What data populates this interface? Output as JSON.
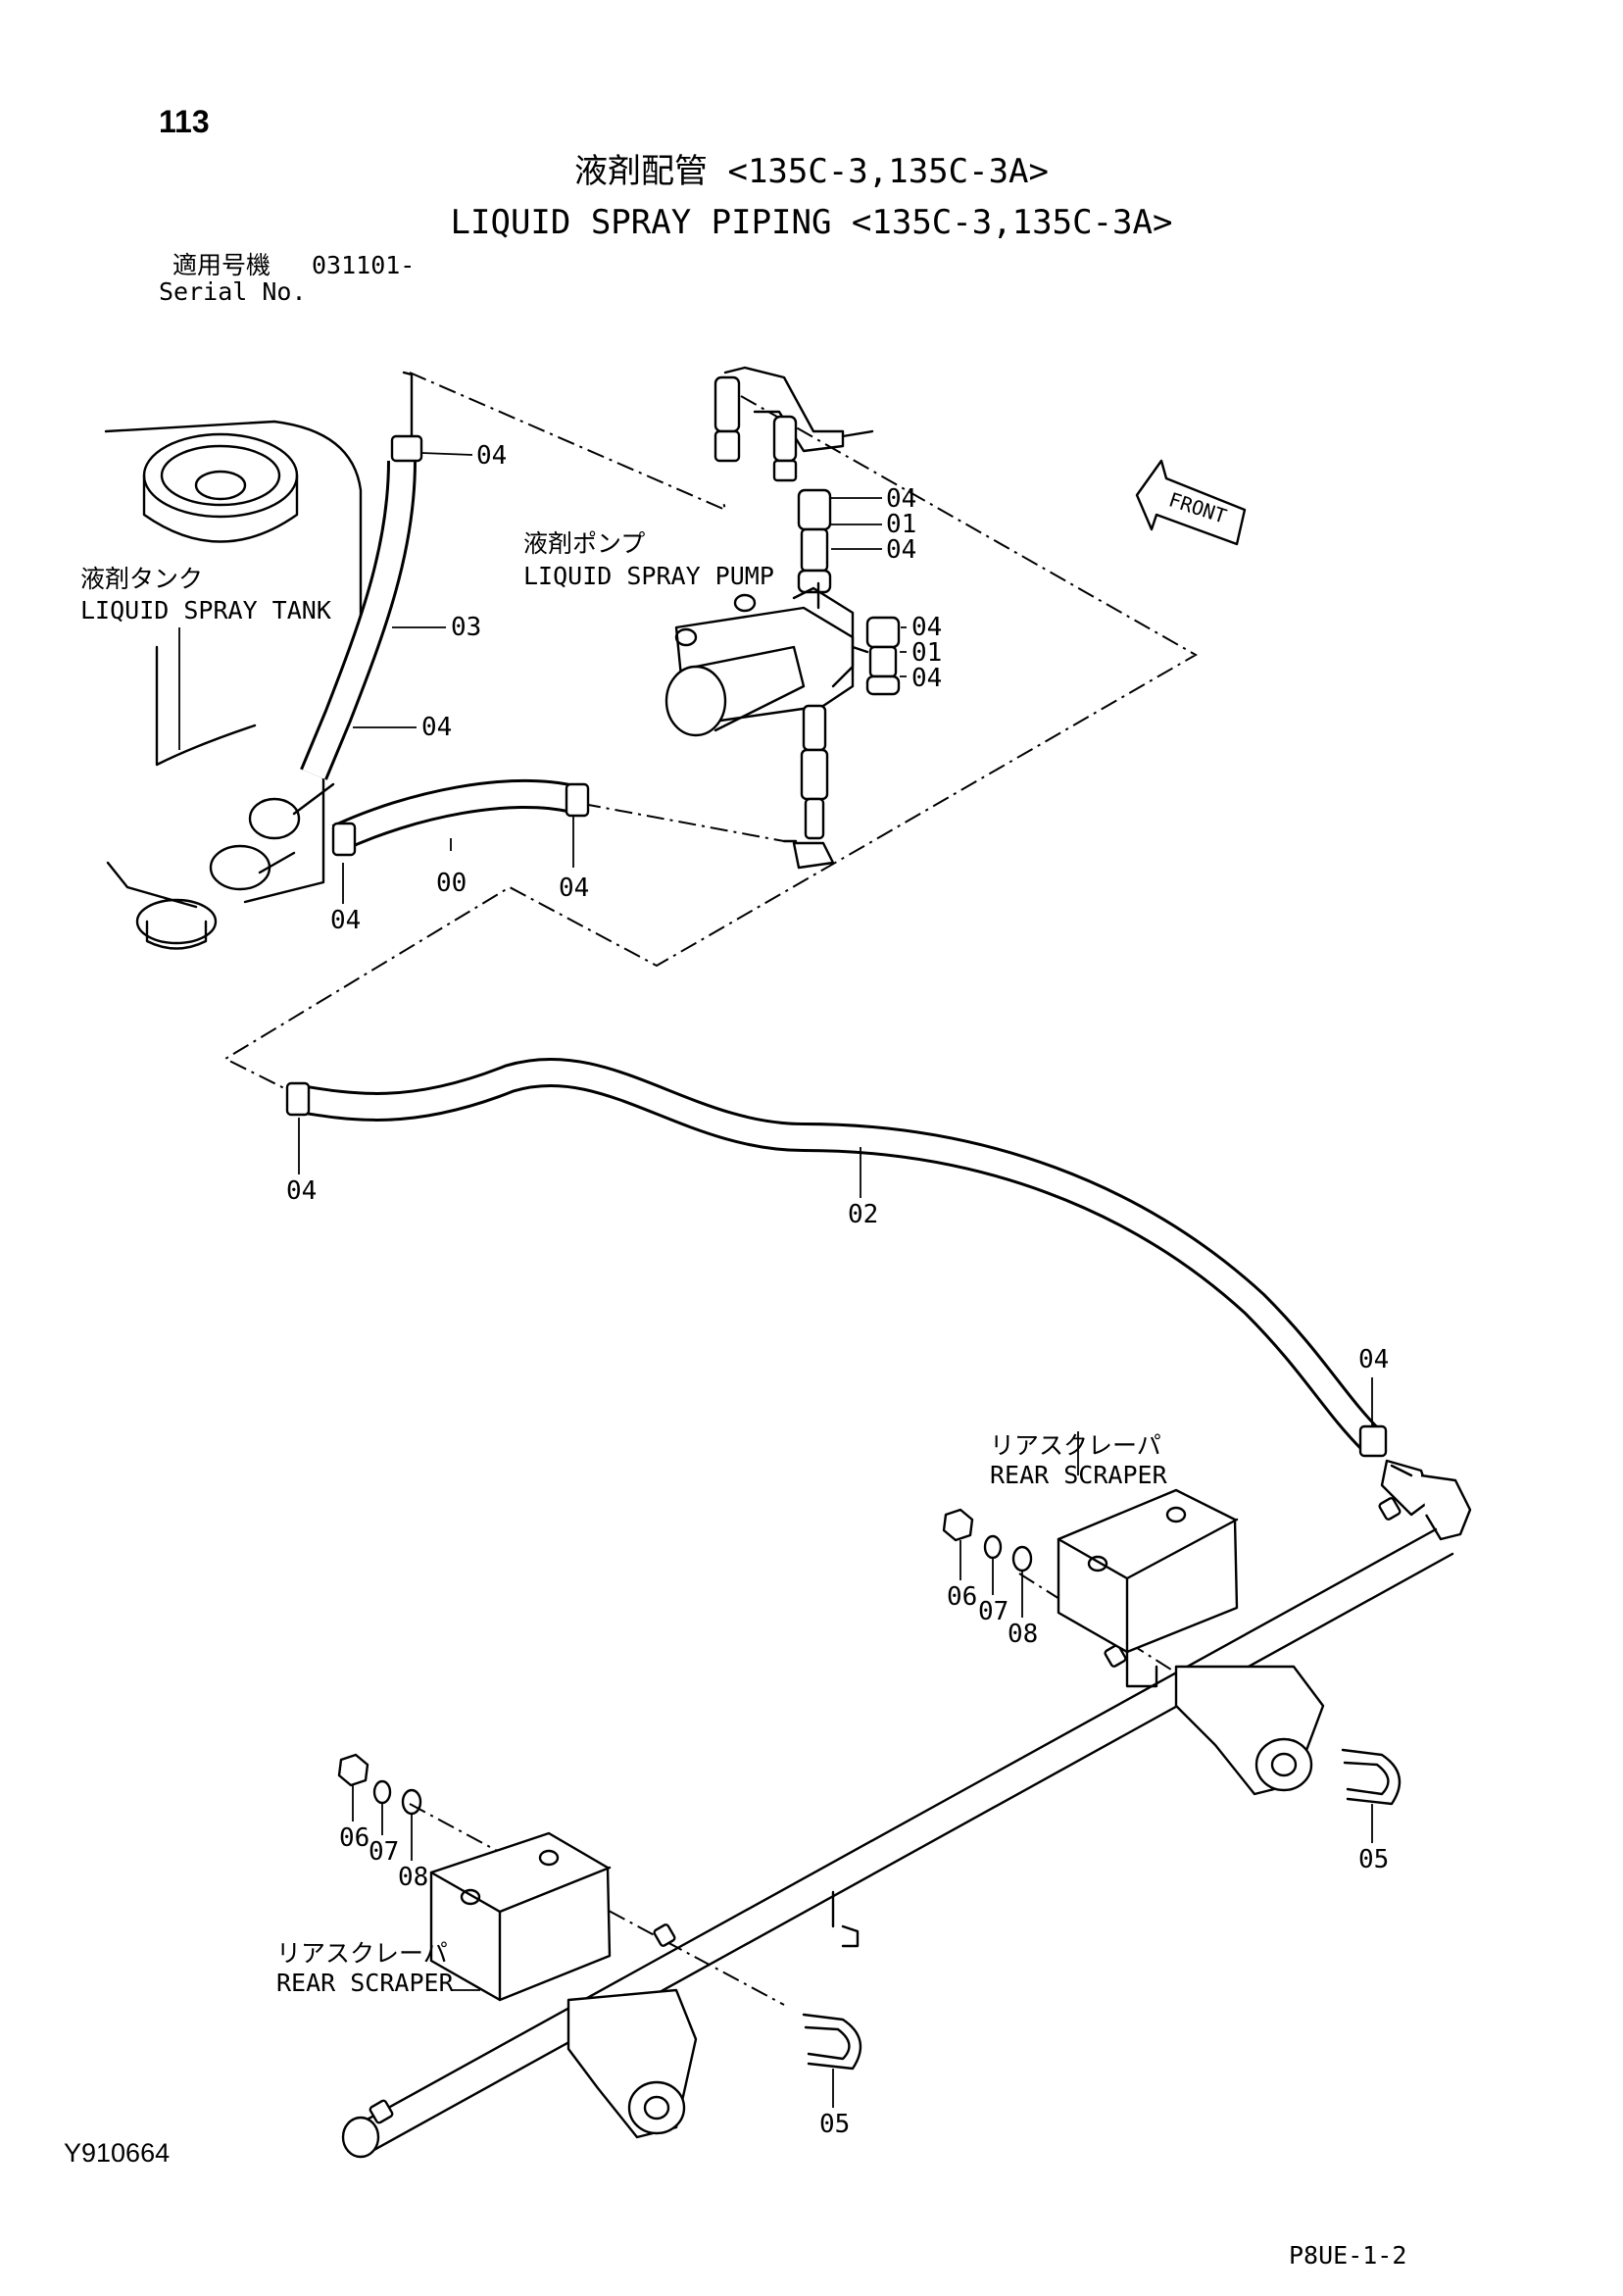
{
  "header": {
    "page_number": "113",
    "title_jp": "液剤配管 <135C-3,135C-3A>",
    "title_en": "LIQUID SPRAY PIPING <135C-3,135C-3A>",
    "serial_label_jp": "適用号機",
    "serial_value": "031101-",
    "serial_label_en": "Serial No."
  },
  "components": {
    "tank_jp": "液剤タンク",
    "tank_en": "LIQUID SPRAY TANK",
    "pump_jp": "液剤ポンプ",
    "pump_en": "LIQUID SPRAY PUMP",
    "scraper_jp": "リアスクレーパ",
    "scraper_en": "REAR SCRAPER",
    "front_arrow": "FRONT"
  },
  "callouts": [
    "04",
    "04",
    "01",
    "04",
    "03",
    "04",
    "01",
    "04",
    "04",
    "00",
    "04",
    "04",
    "04",
    "02",
    "04",
    "06",
    "07",
    "08",
    "05",
    "06",
    "07",
    "08",
    "05"
  ],
  "footer": {
    "drawing_id": "Y910664",
    "sheet_code": "P8UE-1-2"
  }
}
